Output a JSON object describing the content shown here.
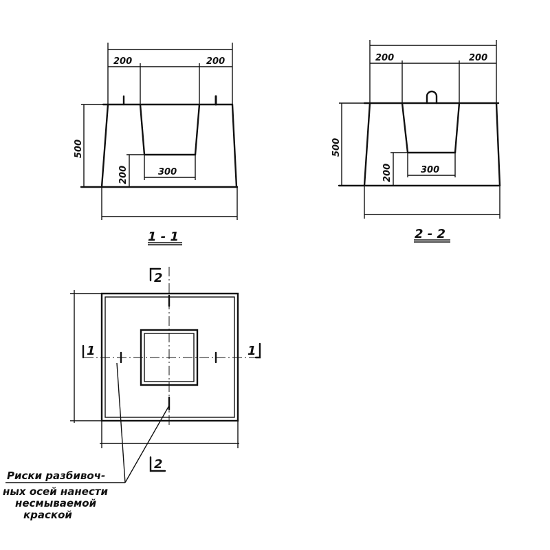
{
  "section_1_1": {
    "title": "1 - 1",
    "dim_left_wall": "200",
    "dim_right_wall": "200",
    "dim_height": "500",
    "dim_pocket_depth": "200",
    "dim_pocket_width": "300"
  },
  "section_2_2": {
    "title": "2 - 2",
    "dim_left_wall": "200",
    "dim_right_wall": "200",
    "dim_height": "500",
    "dim_pocket_depth": "200",
    "dim_pocket_width": "300"
  },
  "plan": {
    "cut_1_left": "1",
    "cut_1_right": "1",
    "cut_2_top": "2",
    "cut_2_bottom": "2"
  },
  "note": {
    "line1": "Риски разбивоч-",
    "line2": "ных осей нанести",
    "line3": "несмываемой",
    "line4": "краской"
  }
}
